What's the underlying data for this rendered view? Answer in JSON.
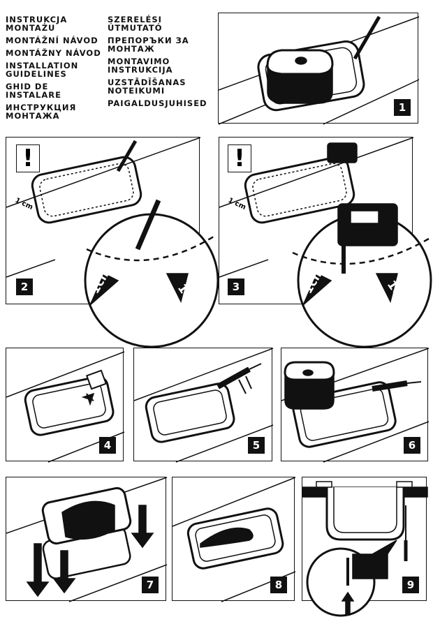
{
  "titles_left": [
    "INSTRUKCJA\nMONTAŻU",
    "MONTÁŽNÍ NÁVOD",
    "MONTÁŽNY NÁVOD",
    "INSTALLATION\nGUIDELINES",
    "GHID DE\nINSTALARE",
    "ИНСТРУКЦИЯ\nМОНТАЖА"
  ],
  "titles_right": [
    "SZERELÉSI\nÚTMUTATÓ",
    "ПРЕПОРЪКИ ЗА\nМОНТАЖ",
    "MONTAVIMO\nINSTRUKCIJA",
    "UZSTĀDĪŠANAS\nNOTEIKUMI",
    "PAIGALDUSJUHISED"
  ],
  "steps": [
    "1",
    "2",
    "3",
    "4",
    "5",
    "6",
    "7",
    "8",
    "9"
  ],
  "warning_symbol": "!",
  "margin_label": "1 cm",
  "arrow_label": "1cm"
}
